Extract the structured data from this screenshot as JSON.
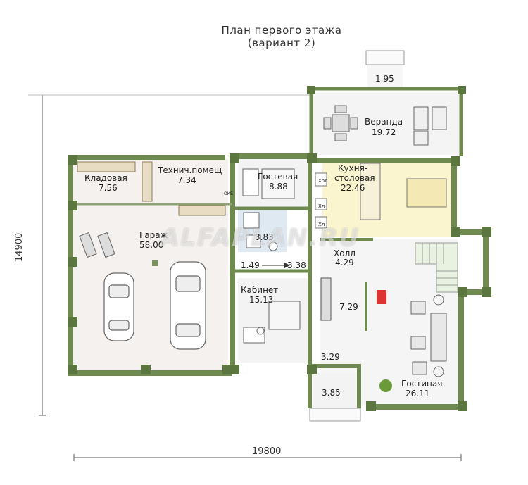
{
  "title": {
    "line1": "План первого этажа",
    "line2": "(вариант 2)"
  },
  "rooms": {
    "kladovaya": {
      "name": "Кладовая",
      "area": "7.56"
    },
    "tech": {
      "name": "Технич.помещ",
      "area": "7.34"
    },
    "gostevaya": {
      "name": "Гостевая",
      "area": "8.88"
    },
    "kitchen": {
      "name1": "Кухня-",
      "name2": "столовая",
      "area": "22.46"
    },
    "veranda": {
      "name": "Веранда",
      "area": "19.72"
    },
    "garage": {
      "name": "Гараж",
      "area": "58.00"
    },
    "bath": {
      "area": "3.83"
    },
    "corridor_a": {
      "area": "1.49"
    },
    "corridor_b": {
      "area": "3.38"
    },
    "hall": {
      "name": "Холл",
      "area": "4.29"
    },
    "cabinet": {
      "name": "Кабинет",
      "area": "15.13"
    },
    "hall2": {
      "area": "7.29"
    },
    "vestibule": {
      "area": "3.29"
    },
    "porch": {
      "area": "3.85"
    },
    "porch_top": {
      "area": "1.95"
    },
    "living": {
      "name": "Гостиная",
      "area": "26.11"
    }
  },
  "labels": {
    "boiler": "ОКБ",
    "hol": "Хол",
    "xl1": "Хл",
    "xl2": "Хл"
  },
  "dimensions": {
    "width": "19800",
    "height": "14900"
  },
  "watermark": "ALFAPLAN.RU",
  "colors": {
    "wall": "#6f8a4f",
    "wall_dark": "#5c7640",
    "kitchen_fill": "#fbf5cf",
    "floor": "#f3f3f3",
    "garage_floor": "#f5f1ee",
    "bath_fill": "#dfe9f2"
  }
}
